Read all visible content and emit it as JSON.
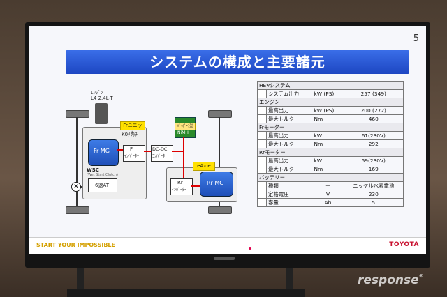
{
  "slide": {
    "number": "5",
    "title": "システムの構成と主要諸元",
    "footer_left": "START YOUR IMPOSSIBLE",
    "footer_right": "TOYOTA"
  },
  "diagram": {
    "engine_label_1": "ｴﾝｼﾞﾝ",
    "engine_label_2": "L4  2.4L-T",
    "fr_unit": "Frユニット",
    "k0_clutch": "K0ｸﾗｯﾁ",
    "fr_mg": "Fr MG",
    "fr_inverter_1": "Fr",
    "fr_inverter_2": "ｲﾝﾊﾞｰﾀｰ",
    "dcdc_1": "DC-DC",
    "dcdc_2": "ｺﾝﾊﾞｰﾀ",
    "battery_1": "ﾊﾞｲﾎﾟｰﾗ型",
    "battery_2": "NiMH",
    "wsc": "WSC",
    "wsc_sub": "(Wet Start Clutch)",
    "transmission": "6速AT",
    "eaxle": "eAxle",
    "rr_inverter_1": "Rr",
    "rr_inverter_2": "ｲﾝﾊﾞｰﾀｰ",
    "rr_mg": "Rr MG"
  },
  "spec": {
    "hev": {
      "section": "HEVシステム",
      "rows": [
        {
          "label": "システム出力",
          "unit": "kW (PS)",
          "value": "257 (349)"
        }
      ]
    },
    "engine": {
      "section": "エンジン",
      "rows": [
        {
          "label": "最高出力",
          "unit": "kW (PS)",
          "value": "200 (272)"
        },
        {
          "label": "最大トルク",
          "unit": "Nm",
          "value": "460"
        }
      ]
    },
    "fr_motor": {
      "section": "Frモーター",
      "rows": [
        {
          "label": "最高出力",
          "unit": "kW",
          "value": "61(230V)"
        },
        {
          "label": "最大トルク",
          "unit": "Nm",
          "value": "292"
        }
      ]
    },
    "rr_motor": {
      "section": "Rrモーター",
      "rows": [
        {
          "label": "最高出力",
          "unit": "kW",
          "value": "59(230V)"
        },
        {
          "label": "最大トルク",
          "unit": "Nm",
          "value": "169"
        }
      ]
    },
    "battery": {
      "section": "バッテリー",
      "rows": [
        {
          "label": "種類",
          "unit": "－",
          "value": "ニッケル水素電池"
        },
        {
          "label": "定格電圧",
          "unit": "V",
          "value": "230"
        },
        {
          "label": "容量",
          "unit": "Ah",
          "value": "5"
        }
      ]
    }
  },
  "watermark": {
    "text": "response",
    "mark": "®"
  }
}
